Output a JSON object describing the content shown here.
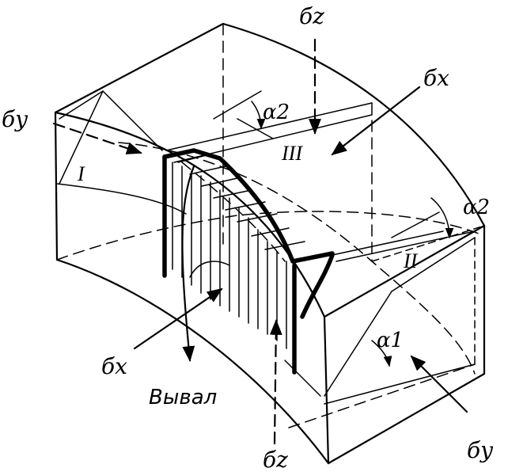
{
  "labels": {
    "sigma_z_top": "бz",
    "sigma_x_top": "бx",
    "sigma_y_left": "бy",
    "alpha2_top": "α2",
    "alpha2_right": "α2",
    "region_I": "I",
    "region_II": "II",
    "region_III": "III",
    "sigma_x_bottom": "бx",
    "vyval": "Вывал",
    "sigma_z_bottom": "бz",
    "sigma_y_bottom": "бy",
    "alpha1": "α1"
  }
}
